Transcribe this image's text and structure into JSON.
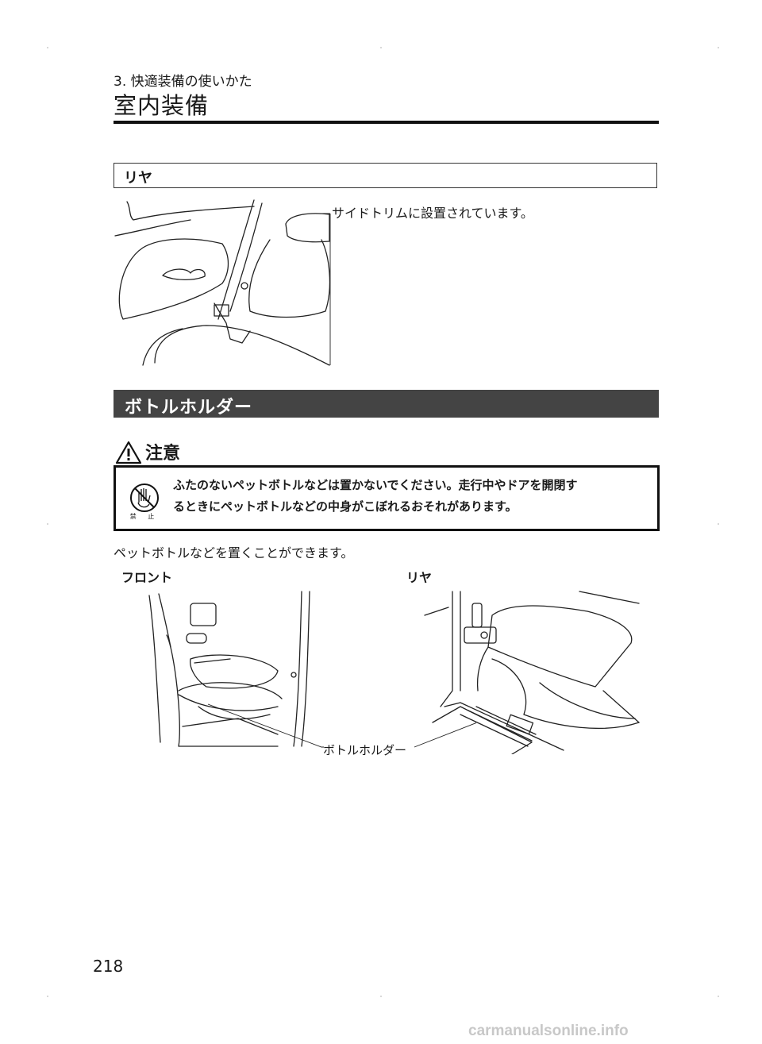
{
  "header": {
    "chapter": "3. 快適装備の使いかた",
    "section_title": "室内装備"
  },
  "rear_section": {
    "heading": "リヤ",
    "callout": "サイドトリムに設置されています。"
  },
  "bottle_holder": {
    "heading": "ボトルホルダー",
    "caution_label": "注意",
    "prohibit_label": "禁 止",
    "caution_line1": "ふたのないペットボトルなどは置かないでください。走行中やドアを開閉す",
    "caution_line2": "るときにペットボトルなどの中身がこぼれるおそれがあります。",
    "body": "ペットボトルなどを置くことができます。",
    "front_label": "フロント",
    "rear_label": "リヤ",
    "holder_callout": "ボトルホルダー"
  },
  "footer": {
    "page_number": "218",
    "watermark": "carmanualsonline.info"
  }
}
